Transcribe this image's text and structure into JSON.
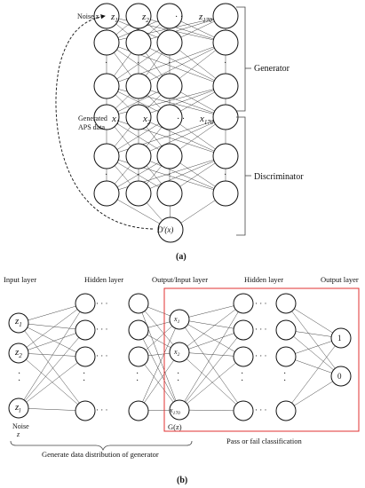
{
  "panel_a": {
    "noise_label": "Noise z",
    "z_nodes": [
      "z",
      "z",
      "z"
    ],
    "z_subs": [
      "1",
      "2",
      "170"
    ],
    "x_nodes": [
      "x",
      "x",
      "x"
    ],
    "x_subs": [
      "1",
      "2",
      "170"
    ],
    "ellipsis": "· ·",
    "vdots": "·",
    "generated_label_1": "Generated",
    "generated_label_2": "APS data",
    "generator_label": "Generator",
    "discriminator_label": "Discriminator",
    "output_node": "D'(x)",
    "caption": "(a)"
  },
  "panel_b": {
    "input_layer": "Input layer",
    "hidden_layer_1": "Hidden layer",
    "output_input_layer": "Output/Input layer",
    "hidden_layer_2": "Hidden layer",
    "output_layer": "Output layer",
    "in_nodes": [
      "z",
      "z",
      "z"
    ],
    "in_subs": [
      "1",
      "2",
      "l"
    ],
    "gen_out_nodes": [
      "x",
      "x",
      "x"
    ],
    "gen_out_subs": [
      "1",
      "2",
      "170"
    ],
    "out_nodes": [
      "1",
      "0"
    ],
    "noise_label_1": "Noise",
    "noise_label_2": "z",
    "gz_label": "G(z)",
    "brace_label": "Generate data distribution of generator",
    "classification_label": "Pass or fail classification",
    "ellipsis": "· · ·",
    "caption": "(b)",
    "box_color": "#e03030"
  }
}
